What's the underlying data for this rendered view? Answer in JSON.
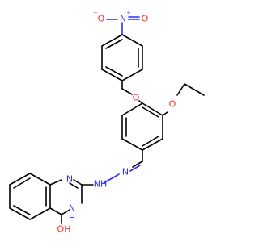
{
  "molecule": {
    "nitro_n": "N",
    "nitro_plus": "+",
    "nitro_o_top": "O",
    "nitro_o_minus_label": "O",
    "nitro_minus": "−",
    "ether_o1": "O",
    "ether_o2": "O",
    "hydrazone_n1": "N",
    "hydrazone_nh": "NH",
    "ring_n1": "N",
    "ring_nh_n": "N",
    "ring_nh_h": "H",
    "carbonyl_oh": "OH"
  },
  "colors": {
    "carbon": "#000000",
    "nitrogen": "#2d2dff",
    "oxygen": "#ff2a2a"
  }
}
